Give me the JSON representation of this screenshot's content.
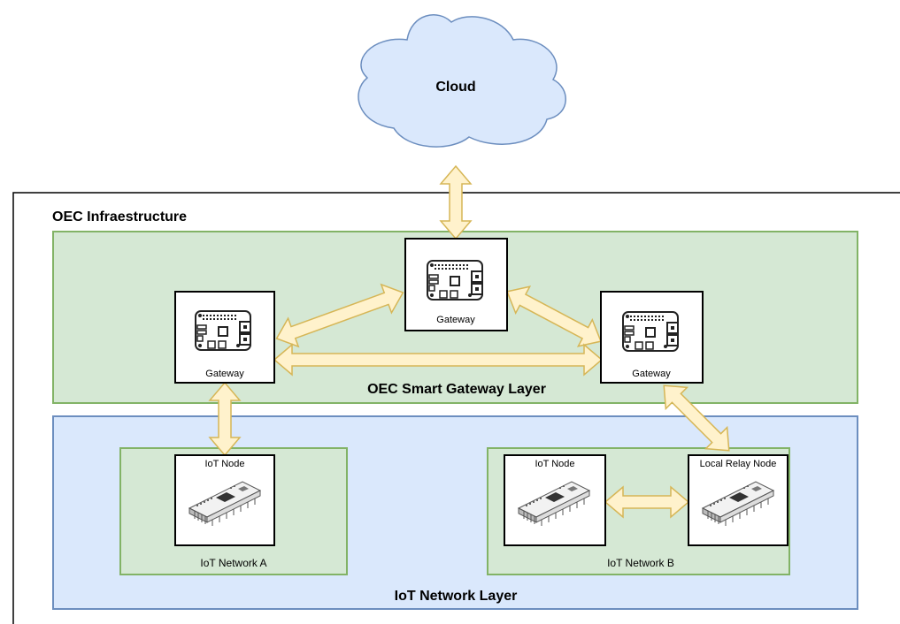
{
  "cloud": {
    "label": "Cloud"
  },
  "infrastructure": {
    "label": "OEC Infraestructure"
  },
  "gateway_layer": {
    "label": "OEC Smart Gateway Layer",
    "gateways": [
      {
        "label": "Gateway"
      },
      {
        "label": "Gateway"
      },
      {
        "label": "Gateway"
      }
    ]
  },
  "iot_layer": {
    "label": "IoT Network Layer",
    "networks": [
      {
        "label": "IoT Network A",
        "nodes": [
          {
            "label": "IoT Node"
          }
        ]
      },
      {
        "label": "IoT Network B",
        "nodes": [
          {
            "label": "IoT Node"
          },
          {
            "label": "Local Relay Node"
          }
        ]
      }
    ]
  },
  "colors": {
    "cloud_fill": "#dae8fc",
    "cloud_stroke": "#6c8ebf",
    "gateway_layer_fill": "#d5e8d4",
    "gateway_layer_stroke": "#82b366",
    "iot_layer_fill": "#dae8fc",
    "iot_layer_stroke": "#6c8ebf",
    "arrow_fill": "#fff2cc",
    "arrow_stroke": "#d6b656"
  }
}
